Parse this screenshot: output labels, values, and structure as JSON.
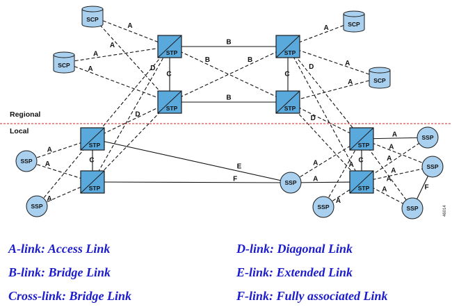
{
  "zones": {
    "upper": "Regional",
    "lower": "Local"
  },
  "node_labels": {
    "stp": "STP",
    "scp": "SCP",
    "ssp": "SSP"
  },
  "link_letters": {
    "a": "A",
    "b": "B",
    "c": "C",
    "d": "D",
    "e": "E",
    "f": "F"
  },
  "figure_id": "46014",
  "legend": [
    {
      "id": "a",
      "text": "A-link: Access Link"
    },
    {
      "id": "b",
      "text": "B-link: Bridge Link"
    },
    {
      "id": "cross",
      "text": "Cross-link: Bridge Link"
    },
    {
      "id": "d",
      "text": "D-link: Diagonal Link"
    },
    {
      "id": "e",
      "text": "E-link: Extended Link"
    },
    {
      "id": "f",
      "text": "F-link: Fully associated Link"
    }
  ],
  "colors": {
    "stp_fill": "#5aa9dc",
    "cyl_fill": "#a9d0ee",
    "divider": "#d42020",
    "legend_text": "#1c1ccc"
  }
}
